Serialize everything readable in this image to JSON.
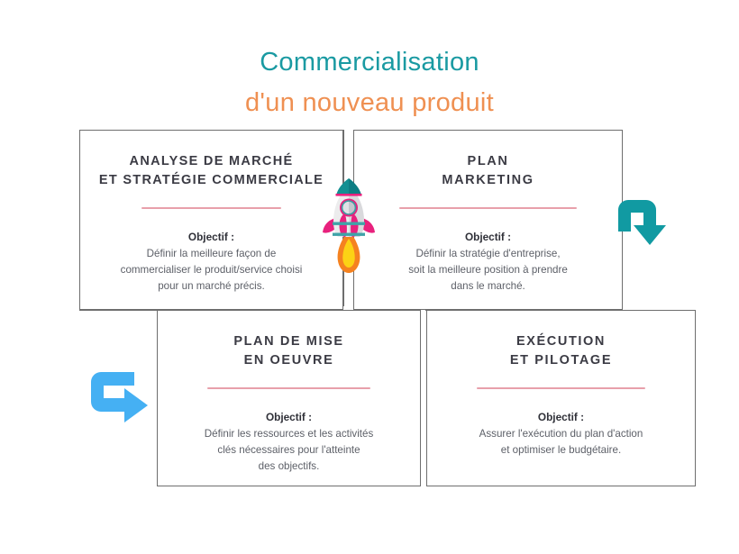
{
  "title": {
    "line1": "Commercialisation",
    "line2": "d'un nouveau produit",
    "color1": "#1a9aa2",
    "color2": "#ef9052"
  },
  "objectif_label": "Objectif :",
  "cards": [
    {
      "id": "analyse-de-marche",
      "title_line1": "ANALYSE DE MARCHÉ",
      "title_line2": "ET STRATÉGIE COMMERCIALE",
      "objectif": "Objectif :",
      "body_line1": "Définir la meilleure façon de",
      "body_line2": "commercialiser le produit/service choisi",
      "body_line3": "pour un marché précis."
    },
    {
      "id": "plan-marketing",
      "title_line1": "PLAN",
      "title_line2": "MARKETING",
      "objectif": "Objectif :",
      "body_line1": "Définir la stratégie d'entreprise,",
      "body_line2": "soit la meilleure position à prendre",
      "body_line3": "dans le marché."
    },
    {
      "id": "plan-de-mise-en-oeuvre",
      "title_line1": "PLAN DE MISE",
      "title_line2": "EN OEUVRE",
      "objectif": "Objectif :",
      "body_line1": "Définir les ressources et les activités",
      "body_line2": "clés nécessaires pour l'atteinte",
      "body_line3": "des objectifs."
    },
    {
      "id": "execution-et-pilotage",
      "title_line1": "EXÉCUTION",
      "title_line2": "ET PILOTAGE",
      "objectif": "Objectif :",
      "body_line1": "Assurer l'exécution du plan d'action",
      "body_line2": "et optimiser le budgétaire.",
      "body_line3": ""
    }
  ],
  "graphics": {
    "rocket": {
      "name": "rocket-icon",
      "nose_color": "#128f92",
      "body_color": "#ececed",
      "body_shade": "#d9d9dc",
      "window_ring": "#e8217d",
      "window_inner_ring": "#3f9aa0",
      "window_glass": "#b9bcc4",
      "fin_color": "#e8217d",
      "stripe_color": "#3fa3a8",
      "flame_outer": "#f58220",
      "flame_inner": "#fcd215"
    },
    "arrow_right_down": {
      "name": "arrow-right-down-icon",
      "color": "#119aa2"
    },
    "arrow_left_right": {
      "name": "arrow-left-right-icon",
      "color": "#45b0f3"
    },
    "card_border_color": "#6e6e6e",
    "rule_color": "#e8a0ab"
  }
}
